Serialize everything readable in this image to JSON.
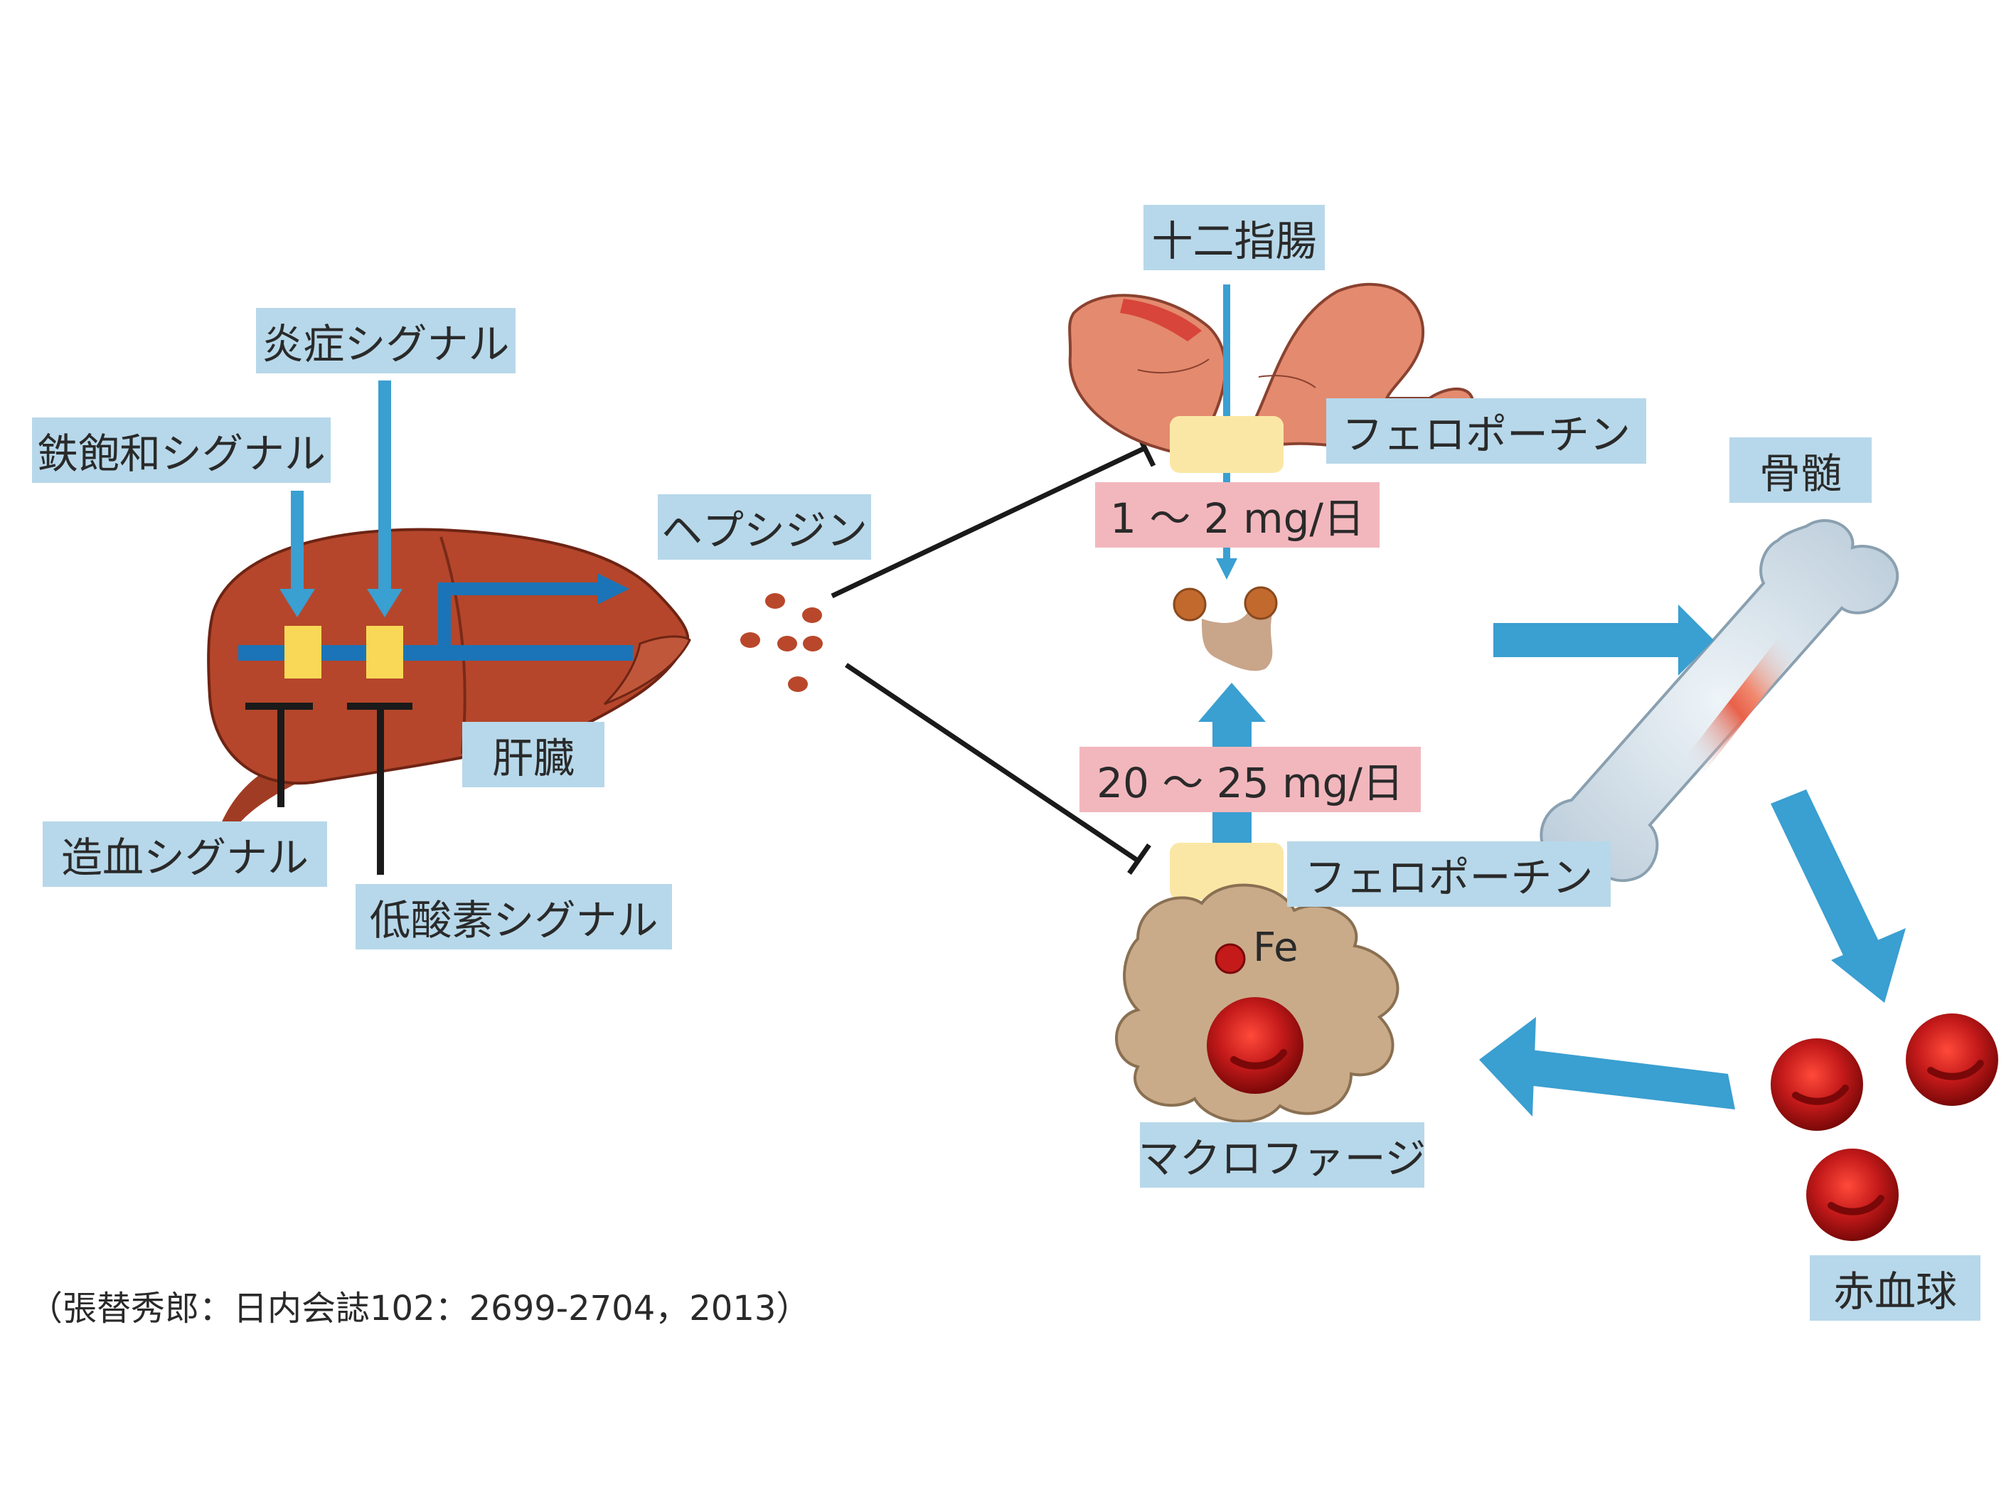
{
  "labels": {
    "inflammation_signal": "炎症シグナル",
    "iron_saturation_signal": "鉄飽和シグナル",
    "hematopoietic_signal": "造血シグナル",
    "hypoxia_signal": "低酸素シグナル",
    "liver": "肝臓",
    "hepcidin": "ヘプシジン",
    "duodenum": "十二指腸",
    "ferroportin_duodenum": "フェロポーチン",
    "ferroportin_macrophage": "フェロポーチン",
    "bone_marrow": "骨髄",
    "macrophage": "マクロファージ",
    "red_blood_cells": "赤血球",
    "fe": "Fe"
  },
  "flows": {
    "duodenal_absorption": "1 ～ 2 mg/日",
    "macrophage_release": "20 ～ 25 mg/日"
  },
  "citation": "（張替秀郎：日内会誌102：2699-2704，2013）",
  "colors": {
    "label_bg": "#b7d8ea",
    "flow_bg": "#f2b7bd",
    "arrow_blue": "#3a9fd1",
    "liver": "#b5462b",
    "duodenum": "#e48a6f",
    "macrophage": "#c9ab8a",
    "red_cell": "#c41a1a",
    "ferroportin": "#fbe7a5",
    "bone": "#d7e3ec"
  }
}
